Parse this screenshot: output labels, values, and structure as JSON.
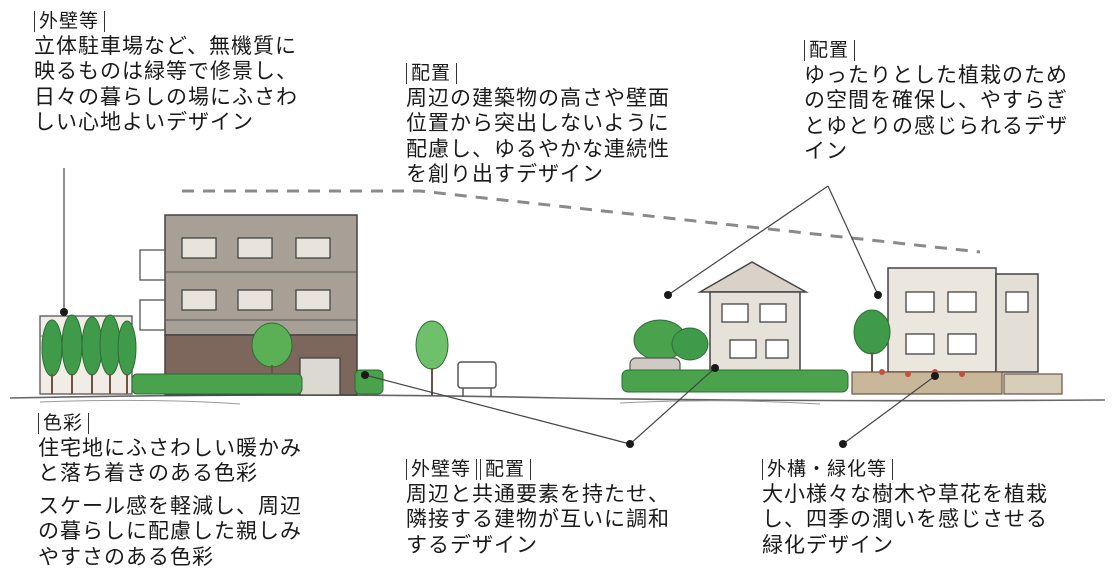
{
  "annotations": [
    {
      "id": "outer-wall-top",
      "tags": [
        "外壁等"
      ],
      "lines": [
        "立体駐車場など、無機質に",
        "映るものは緑等で修景し、",
        "日々の暮らしの場にふさわ",
        "しい心地よいデザイン"
      ]
    },
    {
      "id": "layout-center",
      "tags": [
        "配置"
      ],
      "lines": [
        "周辺の建築物の高さや壁面",
        "位置から突出しないように",
        "配慮し、ゆるやかな連続性",
        "を創り出すデザイン"
      ]
    },
    {
      "id": "layout-right",
      "tags": [
        "配置"
      ],
      "lines": [
        "ゆったりとした植栽のため",
        "の空間を確保し、やすらぎ",
        "とゆとりの感じられるデザ",
        "イン"
      ]
    },
    {
      "id": "color",
      "tags": [
        "色彩"
      ],
      "lines": [
        "住宅地にふさわしい暖かみ",
        "と落ち着きのある色彩"
      ],
      "lines2": [
        "スケール感を軽減し、周辺",
        "の暮らしに配慮した親しみ",
        "やすさのある色彩"
      ]
    },
    {
      "id": "wall-layout-bottom",
      "tags": [
        "外壁等",
        "配置"
      ],
      "lines": [
        "周辺と共通要素を持たせ、",
        "隣接する建物が互いに調和",
        "するデザイン"
      ]
    },
    {
      "id": "exterior-greening",
      "tags": [
        "外構・緑化等"
      ],
      "lines": [
        "大小様々な樹木や草花を植栽",
        "し、四季の潤いを感じさせる",
        "緑化デザイン"
      ]
    }
  ],
  "colors": {
    "building_left": "#a89f96",
    "building_left_lower": "#7d675c",
    "building_light": "#e6e2d9",
    "tree": "#3f9a4a",
    "tree_light": "#6fc06a",
    "hedge": "#4aa34c",
    "line": "#444444",
    "dash": "#8a8a8a"
  }
}
